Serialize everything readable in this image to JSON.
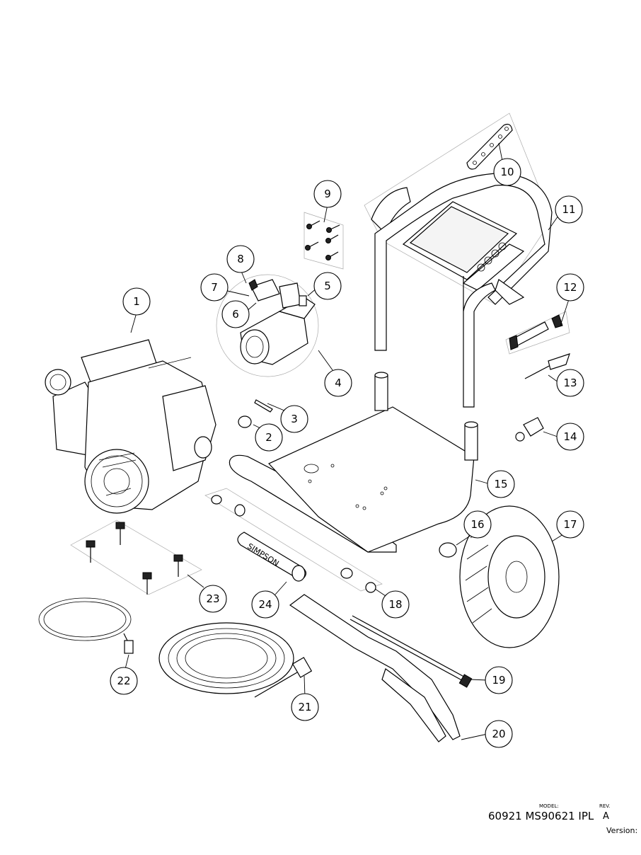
{
  "callouts": [
    {
      "num": "1"
    },
    {
      "num": "2"
    },
    {
      "num": "3"
    },
    {
      "num": "4"
    },
    {
      "num": "5"
    },
    {
      "num": "6"
    },
    {
      "num": "7"
    },
    {
      "num": "8"
    },
    {
      "num": "9"
    },
    {
      "num": "10"
    },
    {
      "num": "11"
    },
    {
      "num": "12"
    },
    {
      "num": "13"
    },
    {
      "num": "14"
    },
    {
      "num": "15"
    },
    {
      "num": "16"
    },
    {
      "num": "17"
    },
    {
      "num": "18"
    },
    {
      "num": "19"
    },
    {
      "num": "20"
    },
    {
      "num": "21"
    },
    {
      "num": "22"
    },
    {
      "num": "23"
    },
    {
      "num": "24"
    }
  ],
  "labels": {
    "brand_text": "SIMPSON"
  },
  "title_block": {
    "model_label": "MODEL:",
    "rev_label": "REV.",
    "model_value": "60921 MS90621 IPL",
    "rev_value": "A",
    "version_label": "Version:"
  }
}
